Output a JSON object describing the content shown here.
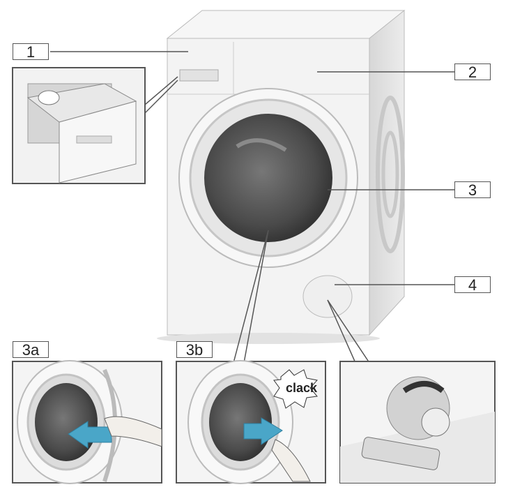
{
  "callouts": {
    "c1": "1",
    "c2": "2",
    "c3": "3",
    "c4": "4",
    "c3a": "3a",
    "c3b": "3b"
  },
  "sound_text": "clack",
  "colors": {
    "machine_body": "#f4f4f4",
    "machine_shadow": "#d9d9d9",
    "door_glass": "#5a5a5a",
    "arrow": "#4aa6c8",
    "panel_border": "#555555"
  },
  "icons": [
    "detergent-drawer-icon",
    "door-icon",
    "filter-flap-icon",
    "arrow-icon",
    "hand-icon"
  ]
}
